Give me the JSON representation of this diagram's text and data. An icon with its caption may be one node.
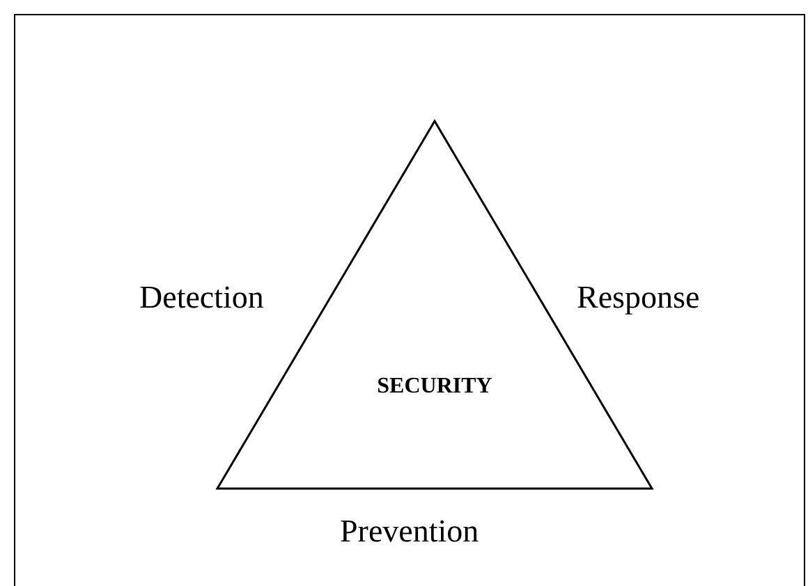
{
  "diagram": {
    "nodes": [
      {
        "text": [
          "SECURITY"
        ],
        "beside": [
          "Detection",
          "Response",
          "Prevention"
        ]
      }
    ]
  }
}
